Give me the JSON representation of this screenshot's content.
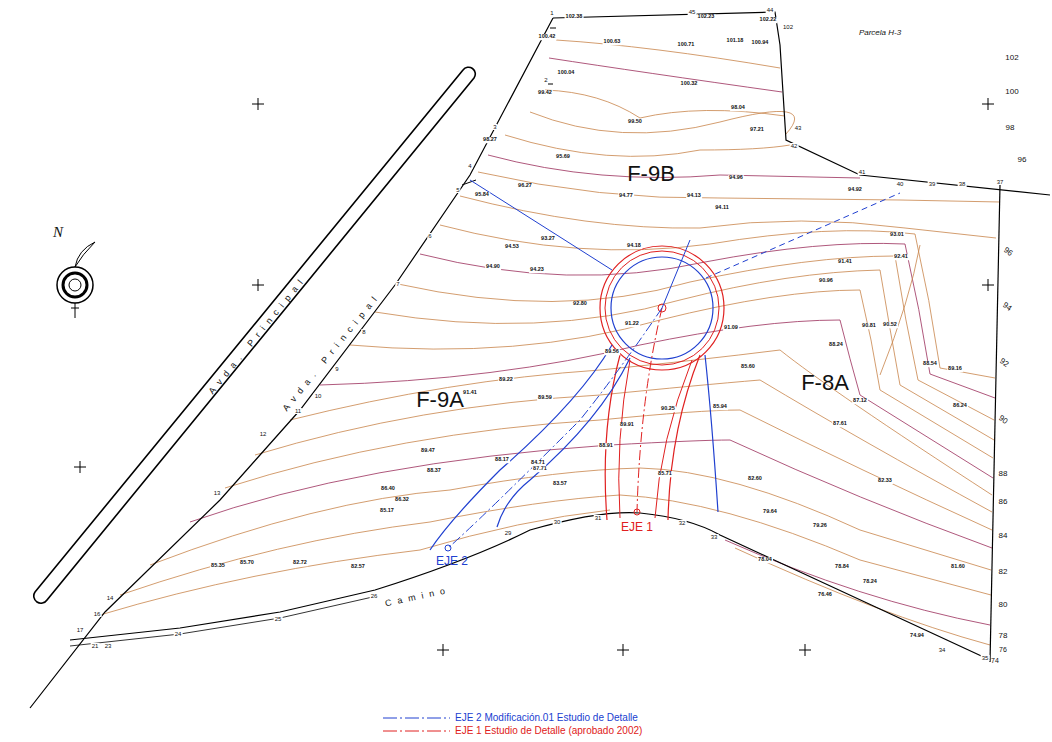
{
  "diagram": {
    "labels": [
      "Parcela H-3",
      "N",
      "F-9B",
      "F-9A",
      "F-8A",
      "EJE 1",
      "EJE 2",
      "Avda. Principal",
      "Avda. Principal",
      "Camino",
      "102",
      "100",
      "98",
      "96",
      "96",
      "94",
      "92",
      "90",
      "88",
      "86",
      "84",
      "82",
      "80",
      "78",
      "76",
      "74",
      "1",
      "45",
      "44",
      "102",
      "2",
      "3",
      "4",
      "5",
      "6",
      "7",
      "8",
      "9",
      "10",
      "11",
      "12",
      "13",
      "14",
      "16",
      "17",
      "21",
      "23",
      "24",
      "25",
      "26",
      "29",
      "30",
      "31",
      "32",
      "33",
      "34",
      "35",
      "37",
      "38",
      "39",
      "40",
      "41",
      "42",
      "43",
      "102.38",
      "102.23",
      "102.22",
      "100.42",
      "100.63",
      "100.71",
      "101.18",
      "100.94",
      "100.04",
      "100.32",
      "99.42",
      "99.50",
      "98.04",
      "97.21",
      "98.27",
      "95.69",
      "95.84",
      "96.27",
      "94.77",
      "94.13",
      "94.96",
      "94.92",
      "94.11",
      "93.01",
      "92.41",
      "91.41",
      "90.96",
      "90.81",
      "90.52",
      "88.24",
      "88.54",
      "89.16",
      "87.12",
      "86.24",
      "87.61",
      "85.60",
      "85.94",
      "82.60",
      "82.33",
      "79.64",
      "79.26",
      "78.04",
      "78.84",
      "81.60",
      "78.24",
      "76.46",
      "74.94",
      "94.18",
      "93.27",
      "94.23",
      "94.90",
      "94.53",
      "91.22",
      "92.80",
      "91.09",
      "89.91",
      "90.25",
      "88.91",
      "87.71",
      "88.17",
      "89.22",
      "89.59",
      "89.56",
      "85.71",
      "83.57",
      "84.71",
      "91.41",
      "89.47",
      "88.37",
      "86.40",
      "86.32",
      "85.17",
      "82.57",
      "82.72",
      "85.35",
      "85.70"
    ],
    "legend": [
      {
        "text": "EJE 2 Modificación.01 Estudio de Detalle"
      },
      {
        "text": "EJE 1 Estudio de Detalle (aprobado 2002)"
      }
    ]
  }
}
